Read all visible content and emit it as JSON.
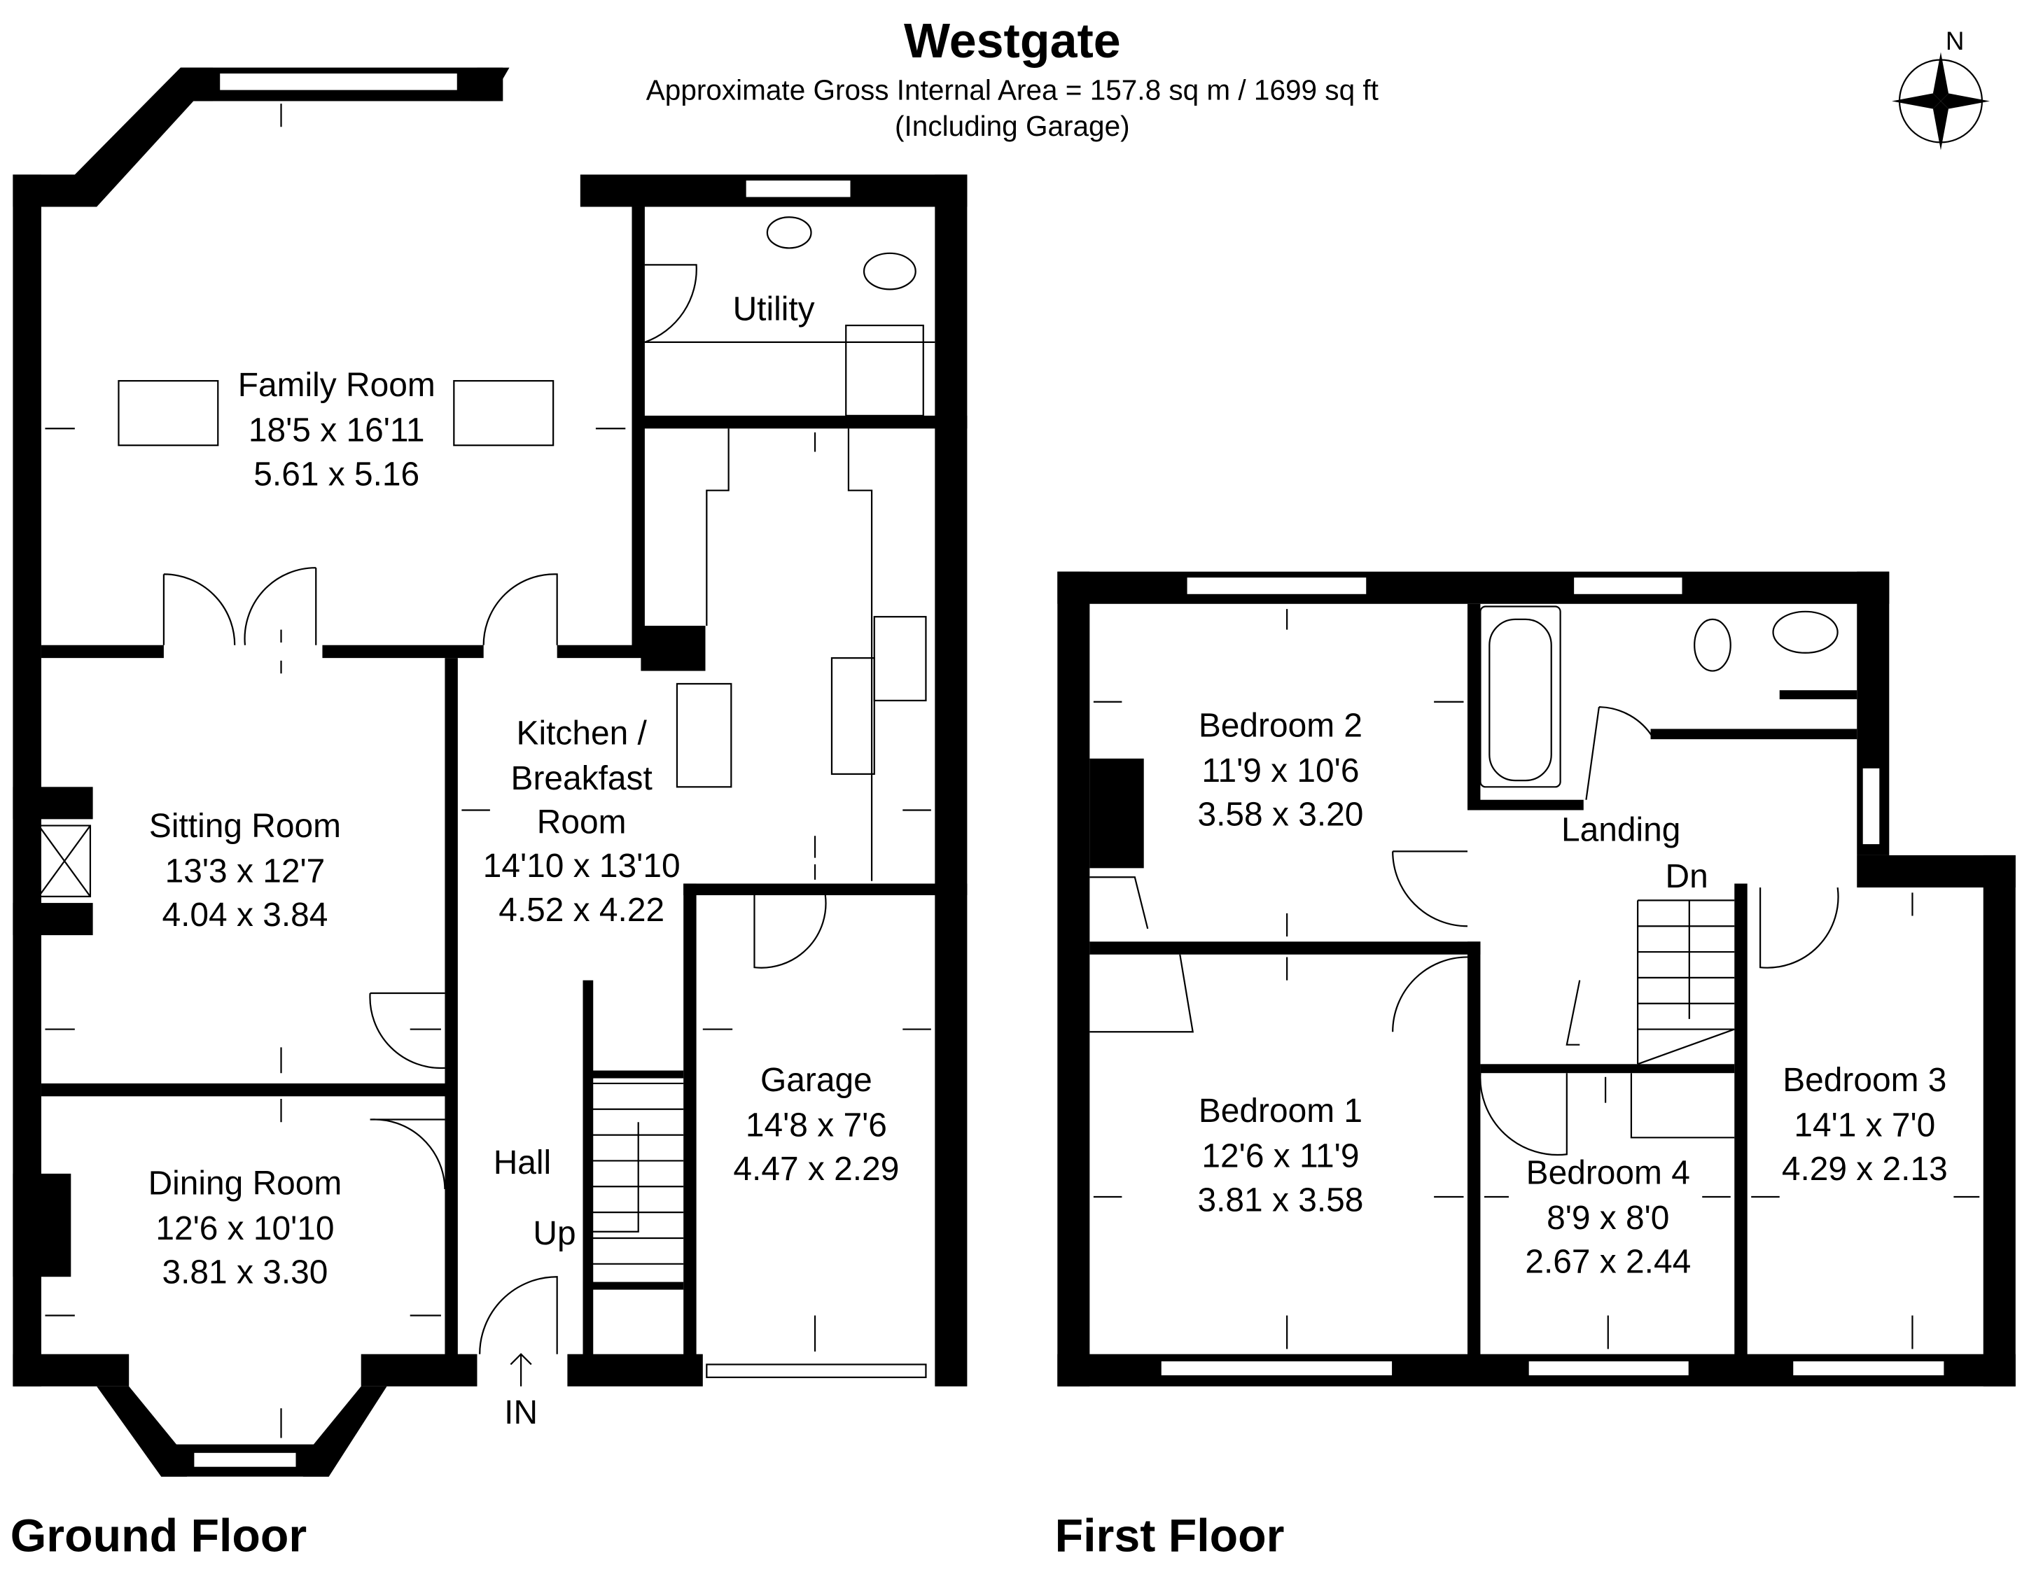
{
  "header": {
    "title": "Westgate",
    "area": "Approximate Gross Internal Area = 157.8 sq m / 1699 sq ft",
    "note": "(Including Garage)"
  },
  "compass": {
    "label": "N",
    "icon": "compass-rose-icon"
  },
  "ground_floor": {
    "label": "Ground Floor",
    "rooms": {
      "family": {
        "name": "Family Room",
        "imperial": "18'5 x 16'11",
        "metric": "5.61 x 5.16"
      },
      "utility": {
        "name": "Utility"
      },
      "sitting": {
        "name": "Sitting Room",
        "imperial": "13'3 x 12'7",
        "metric": "4.04 x 3.84"
      },
      "kitchen": {
        "name1": "Kitchen /",
        "name2": "Breakfast",
        "name3": "Room",
        "imperial": "14'10 x 13'10",
        "metric": "4.52 x 4.22"
      },
      "garage": {
        "name": "Garage",
        "imperial": "14'8 x 7'6",
        "metric": "4.47 x 2.29"
      },
      "dining": {
        "name": "Dining Room",
        "imperial": "12'6 x 10'10",
        "metric": "3.81 x 3.30"
      },
      "hall": {
        "name": "Hall"
      }
    },
    "stairs_label": "Up",
    "entrance_label": "IN"
  },
  "first_floor": {
    "label": "First Floor",
    "rooms": {
      "bed2": {
        "name": "Bedroom 2",
        "imperial": "11'9 x 10'6",
        "metric": "3.58 x 3.20"
      },
      "landing": {
        "name": "Landing"
      },
      "bed1": {
        "name": "Bedroom 1",
        "imperial": "12'6 x 11'9",
        "metric": "3.81 x 3.58"
      },
      "bed4": {
        "name": "Bedroom 4",
        "imperial": "8'9 x 8'0",
        "metric": "2.67 x 2.44"
      },
      "bed3": {
        "name": "Bedroom 3",
        "imperial": "14'1 x 7'0",
        "metric": "4.29 x 2.13"
      }
    },
    "stairs_label": "Dn"
  }
}
